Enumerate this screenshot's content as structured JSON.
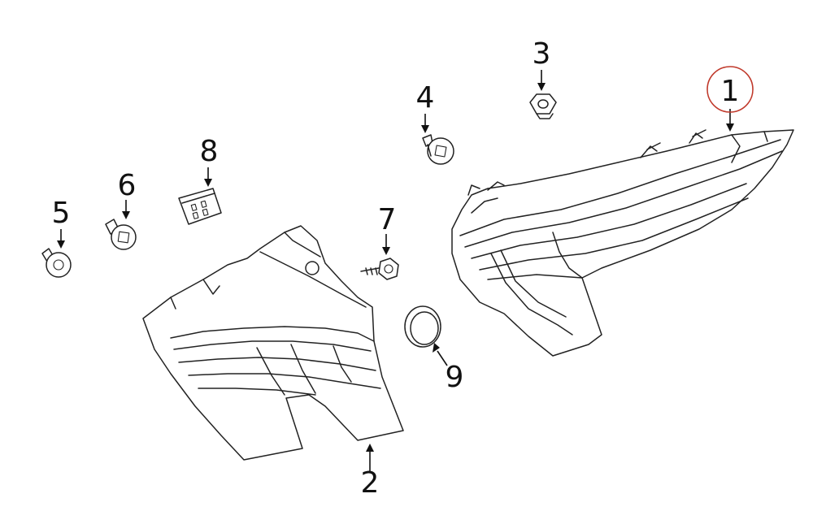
{
  "callouts": [
    {
      "id": "1",
      "label": "1",
      "highlighted": true
    },
    {
      "id": "2",
      "label": "2",
      "highlighted": false
    },
    {
      "id": "3",
      "label": "3",
      "highlighted": false
    },
    {
      "id": "4",
      "label": "4",
      "highlighted": false
    },
    {
      "id": "5",
      "label": "5",
      "highlighted": false
    },
    {
      "id": "6",
      "label": "6",
      "highlighted": false
    },
    {
      "id": "7",
      "label": "7",
      "highlighted": false
    },
    {
      "id": "8",
      "label": "8",
      "highlighted": false
    },
    {
      "id": "9",
      "label": "9",
      "highlighted": false
    }
  ],
  "colors": {
    "highlight": "#c0392b",
    "line": "#222222",
    "background": "#ffffff"
  }
}
